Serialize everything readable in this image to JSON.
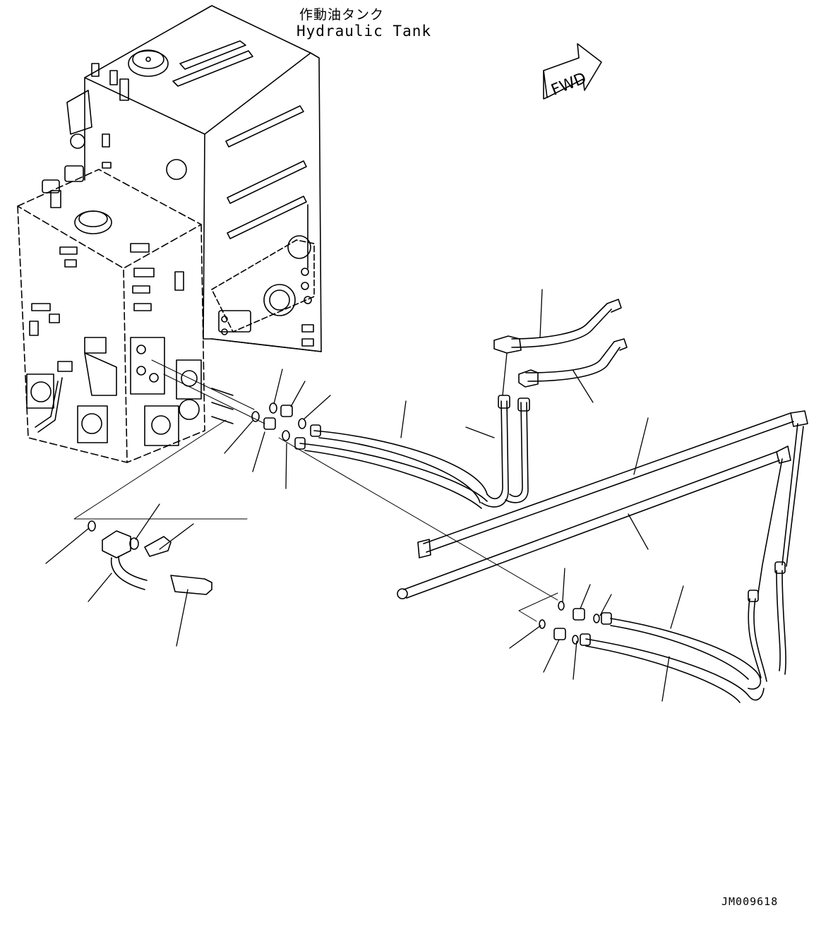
{
  "diagram": {
    "title_jp": "作動油タンク",
    "title_en": "Hydraulic Tank",
    "fwd_label": "FWD",
    "drawing_id": "JM009618"
  }
}
